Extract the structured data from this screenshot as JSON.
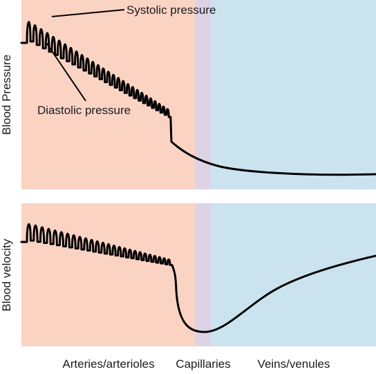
{
  "colors": {
    "arteries": "#fbd3c3",
    "capillaries": "#ddd2e6",
    "veins": "#cbe3ef",
    "curve": "#000000"
  },
  "top_panel": {
    "ylabel": "Blood Pressure",
    "callout_systolic": "Systolic pressure",
    "callout_diastolic": "Diastolic pressure"
  },
  "bottom_panel": {
    "ylabel": "Blood velocity"
  },
  "regions": {
    "arteries": "Arteries/arterioles",
    "capillaries": "Capillaries",
    "veins": "Veins/venules"
  }
}
